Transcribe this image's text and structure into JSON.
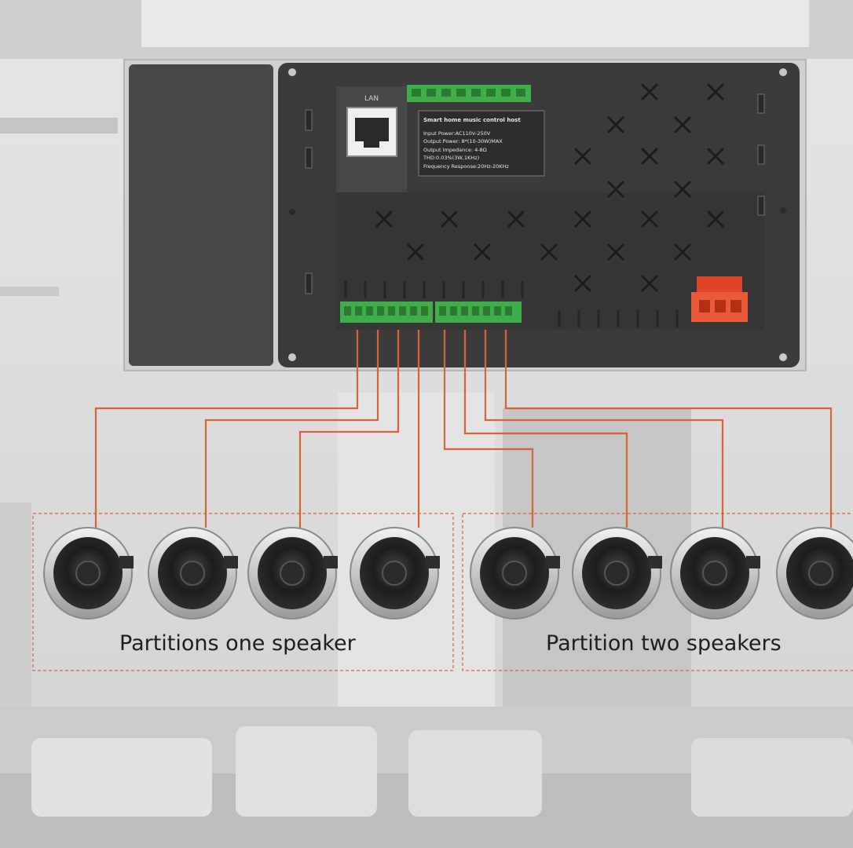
{
  "device": {
    "port_label": "LAN",
    "label_title": "Smart home music control host",
    "spec_lines": [
      "Input Power:AC110V-250V",
      "Output Power: 8*(10-30W)MAX",
      "Output Impedance: 4-8Ω",
      "THD:0.03%(3W,1KHz)",
      "Frequency Response:20Hz-20KHz"
    ]
  },
  "zones": [
    {
      "label": "Partitions one speaker",
      "speakers": 4
    },
    {
      "label": "Partition two speakers",
      "speakers": 4
    }
  ],
  "colors": {
    "wire": "#d9623c",
    "device_body": "#3b3b3b",
    "terminal_green": "#3fae4a",
    "power_red": "#e0452a"
  }
}
